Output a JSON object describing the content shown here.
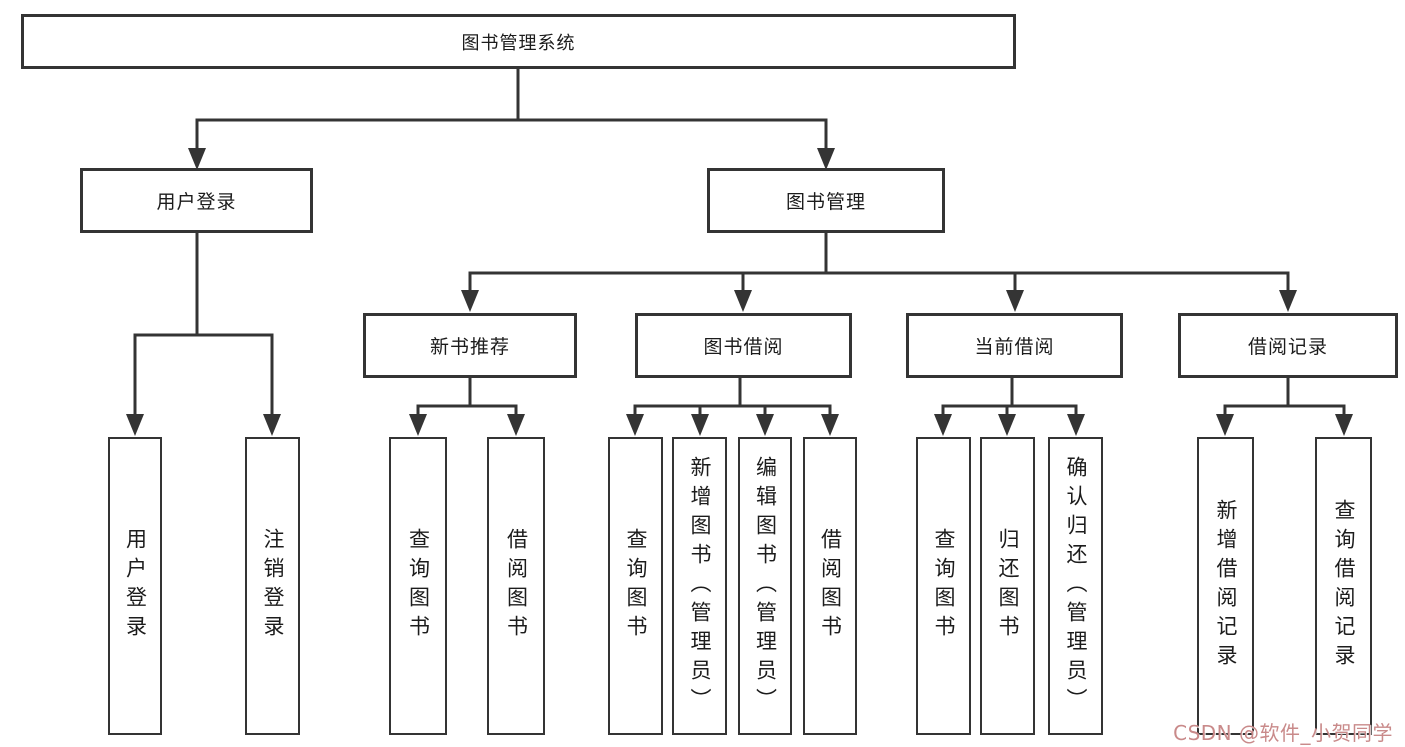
{
  "tree": {
    "root": {
      "label": "图书管理系统",
      "children": [
        {
          "label": "用户登录",
          "children": [
            {
              "label": "用户登录"
            },
            {
              "label": "注销登录"
            }
          ]
        },
        {
          "label": "图书管理",
          "children": [
            {
              "label": "新书推荐",
              "children": [
                {
                  "label": "查询图书"
                },
                {
                  "label": "借阅图书"
                }
              ]
            },
            {
              "label": "图书借阅",
              "children": [
                {
                  "label": "查询图书"
                },
                {
                  "label": "新增图书（管理员）"
                },
                {
                  "label": "编辑图书（管理员）"
                },
                {
                  "label": "借阅图书"
                }
              ]
            },
            {
              "label": "当前借阅",
              "children": [
                {
                  "label": "查询图书"
                },
                {
                  "label": "归还图书"
                },
                {
                  "label": "确认归还（管理员）"
                }
              ]
            },
            {
              "label": "借阅记录",
              "children": [
                {
                  "label": "新增借阅记录"
                },
                {
                  "label": "查询借阅记录"
                }
              ]
            }
          ]
        }
      ]
    }
  },
  "watermark": {
    "text": "CSDN @软件_小贺同学",
    "color": "#c98a8a"
  },
  "colors": {
    "line": "#343434",
    "border": "#343434",
    "text": "#1c1c1c",
    "background": "#ffffff"
  }
}
